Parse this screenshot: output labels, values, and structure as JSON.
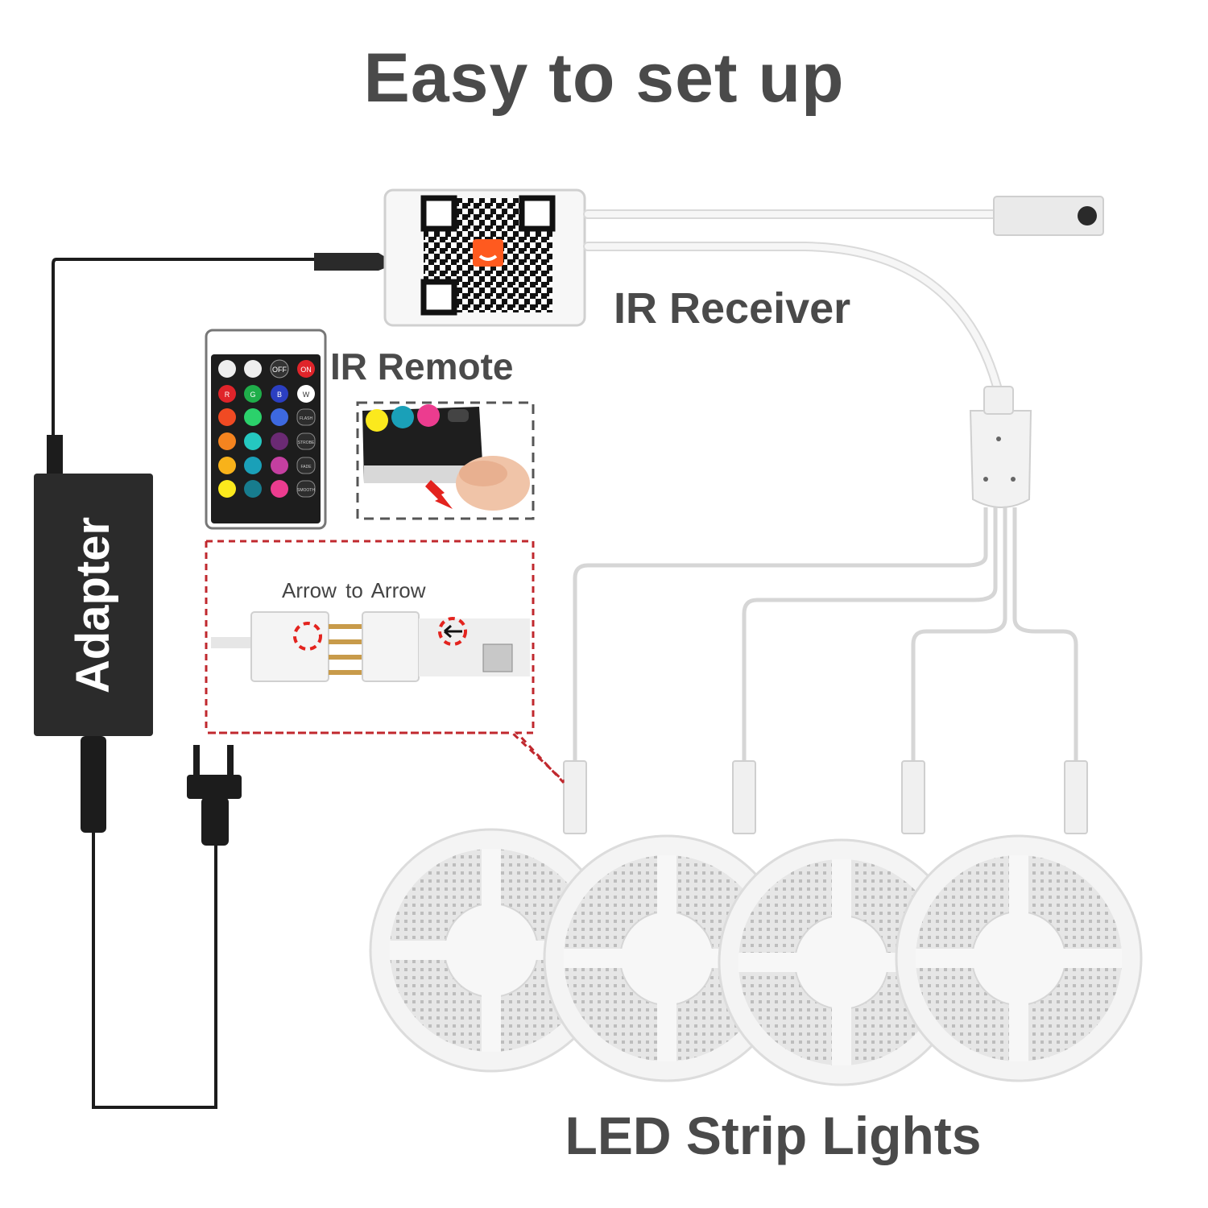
{
  "title": "Easy to set up",
  "labels": {
    "ir_receiver": "IR Receiver",
    "ir_remote": "IR Remote",
    "arrow_hint": "Arrow to  Arrow",
    "adapter": "Adapter",
    "led_strips": "LED Strip Lights"
  },
  "remote_buttons": {
    "off": "OFF",
    "on": "ON",
    "r": "R",
    "g": "G",
    "b": "B",
    "w": "W",
    "flash": "FLASH",
    "strobe": "STROBE",
    "fade": "FADE",
    "smooth": "SMOOTH"
  },
  "colors": {
    "title": "#4a4a4a",
    "adapter": "#2b2b2b",
    "wire_white": "#f2f2f2",
    "dashed_red": "#c0282e",
    "dashed_gray": "#555555"
  },
  "icons": {
    "app_logo": "tuya-app-icon",
    "plug": "us-plug-icon",
    "arrow": "arrow-icon"
  }
}
